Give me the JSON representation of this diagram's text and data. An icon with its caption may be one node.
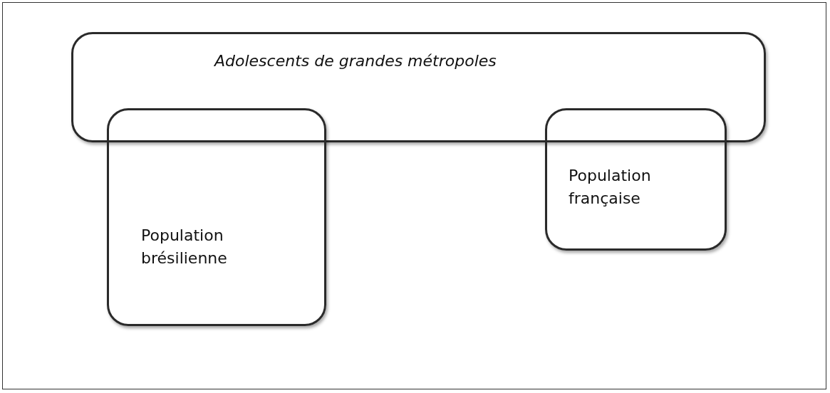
{
  "diagram": {
    "nodes": [
      {
        "text": [
          "Adolescents de grandes métropoles"
        ]
      },
      {
        "text": [
          "Population brésilienne"
        ]
      },
      {
        "text": [
          "Population française"
        ]
      }
    ],
    "edges": []
  }
}
